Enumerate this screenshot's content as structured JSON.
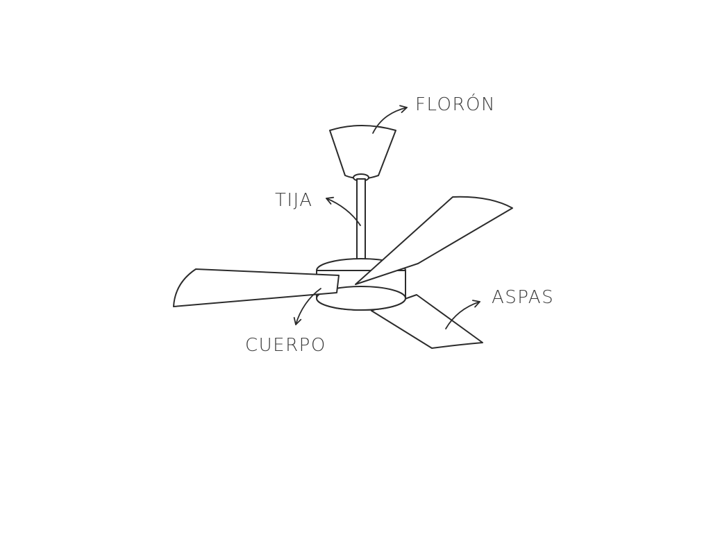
{
  "colors": {
    "line": "#2b2b2b",
    "text": "#3a3a3a",
    "background": "#ffffff"
  },
  "labels": {
    "floron": "FLORÓN",
    "tija": "TIJA",
    "aspas": "ASPAS",
    "cuerpo": "CUERPO"
  }
}
